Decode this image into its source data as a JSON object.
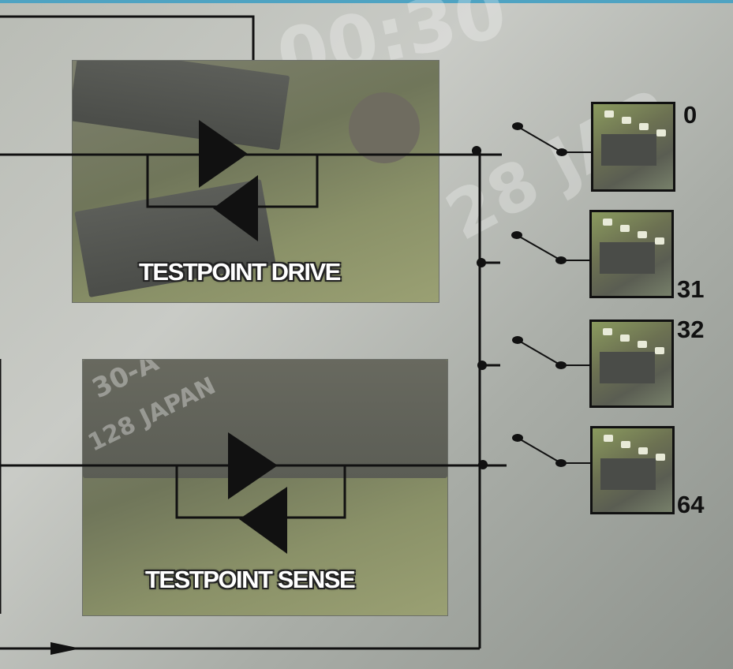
{
  "diagram": {
    "drive_panel": {
      "label": "TESTPOINT DRIVE"
    },
    "sense_panel": {
      "label": "TESTPOINT SENSE"
    },
    "background_text": [
      "00:30",
      "28 JAP",
      "30-A",
      "128 JAPAN"
    ],
    "channels": [
      "0",
      "31",
      "32",
      "64"
    ]
  },
  "colors": {
    "accent_bar": "#4fa3c2",
    "wire": "#111111",
    "label_fill": "#ffffff"
  }
}
